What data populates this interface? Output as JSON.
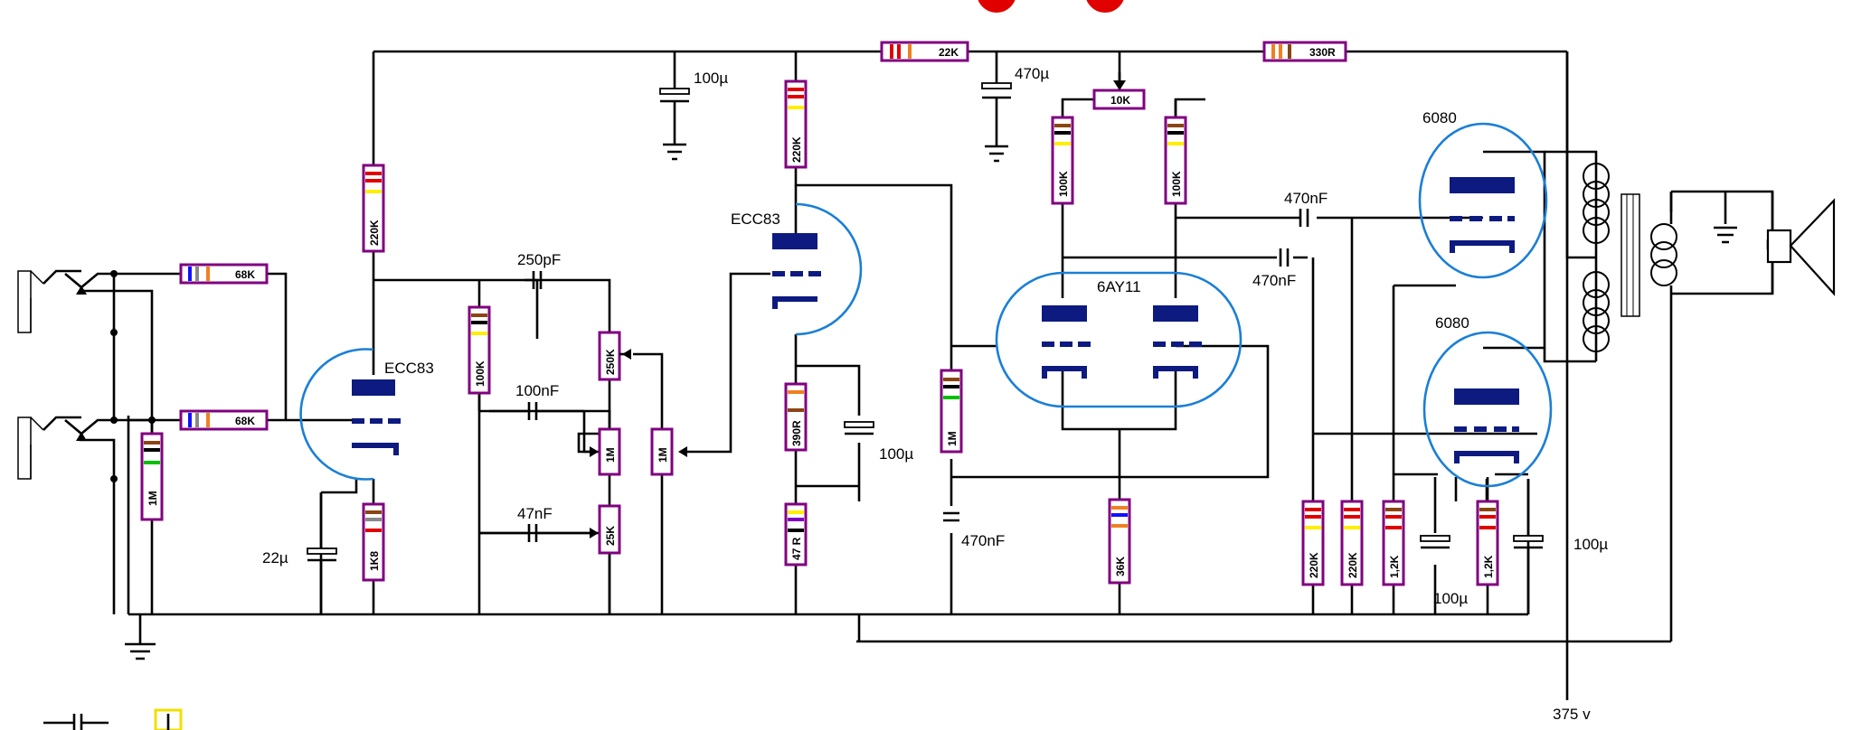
{
  "resistors": {
    "r_68k_a": "68K",
    "r_68k_b": "68K",
    "r_1m_in": "1M",
    "r_220k_v1": "220K",
    "r_1k8": "1K8",
    "r_100k_tone": "100K",
    "pot_250k": "250K",
    "pot_1m_a": "1M",
    "pot_25k": "25K",
    "pot_1m_b": "1M",
    "r_220k_v2": "220K",
    "r_390r": "390R",
    "r_47r": "47 R",
    "r_22k": "22K",
    "r_330r": "330R",
    "r_1m_pi": "1M",
    "pot_10k": "10K",
    "r_100k_pi_a": "100K",
    "r_100k_pi_b": "100K",
    "r_36k": "36K",
    "r_220k_g1": "220K",
    "r_220k_g2": "220K",
    "r_12k_a": "1,2K",
    "r_12k_b": "1,2K"
  },
  "capacitors": {
    "c_100u_top": "100µ",
    "c_470u_top": "470µ",
    "c_250pf": "250pF",
    "c_100nf": "100nF",
    "c_47nf": "47nF",
    "c_22u": "22µ",
    "c_100u_v2": "100µ",
    "c_470nf_pi": "470nF",
    "c_470nf_out_a": "470nF",
    "c_470nf_out_b": "470nF",
    "c_100u_bias_a": "100µ",
    "c_100u_bias_b": "100µ"
  },
  "tubes": {
    "v1": "ECC83",
    "v2": "ECC83",
    "v3": "6AY11",
    "v4": "6080",
    "v5": "6080"
  },
  "supply": "375 v",
  "colors": {
    "wire": "#000000",
    "resistor_body": "#800080",
    "tube_envelope": "#1a7fd6",
    "tube_electrode": "#0d1a80",
    "red_marks": "#e00000"
  }
}
